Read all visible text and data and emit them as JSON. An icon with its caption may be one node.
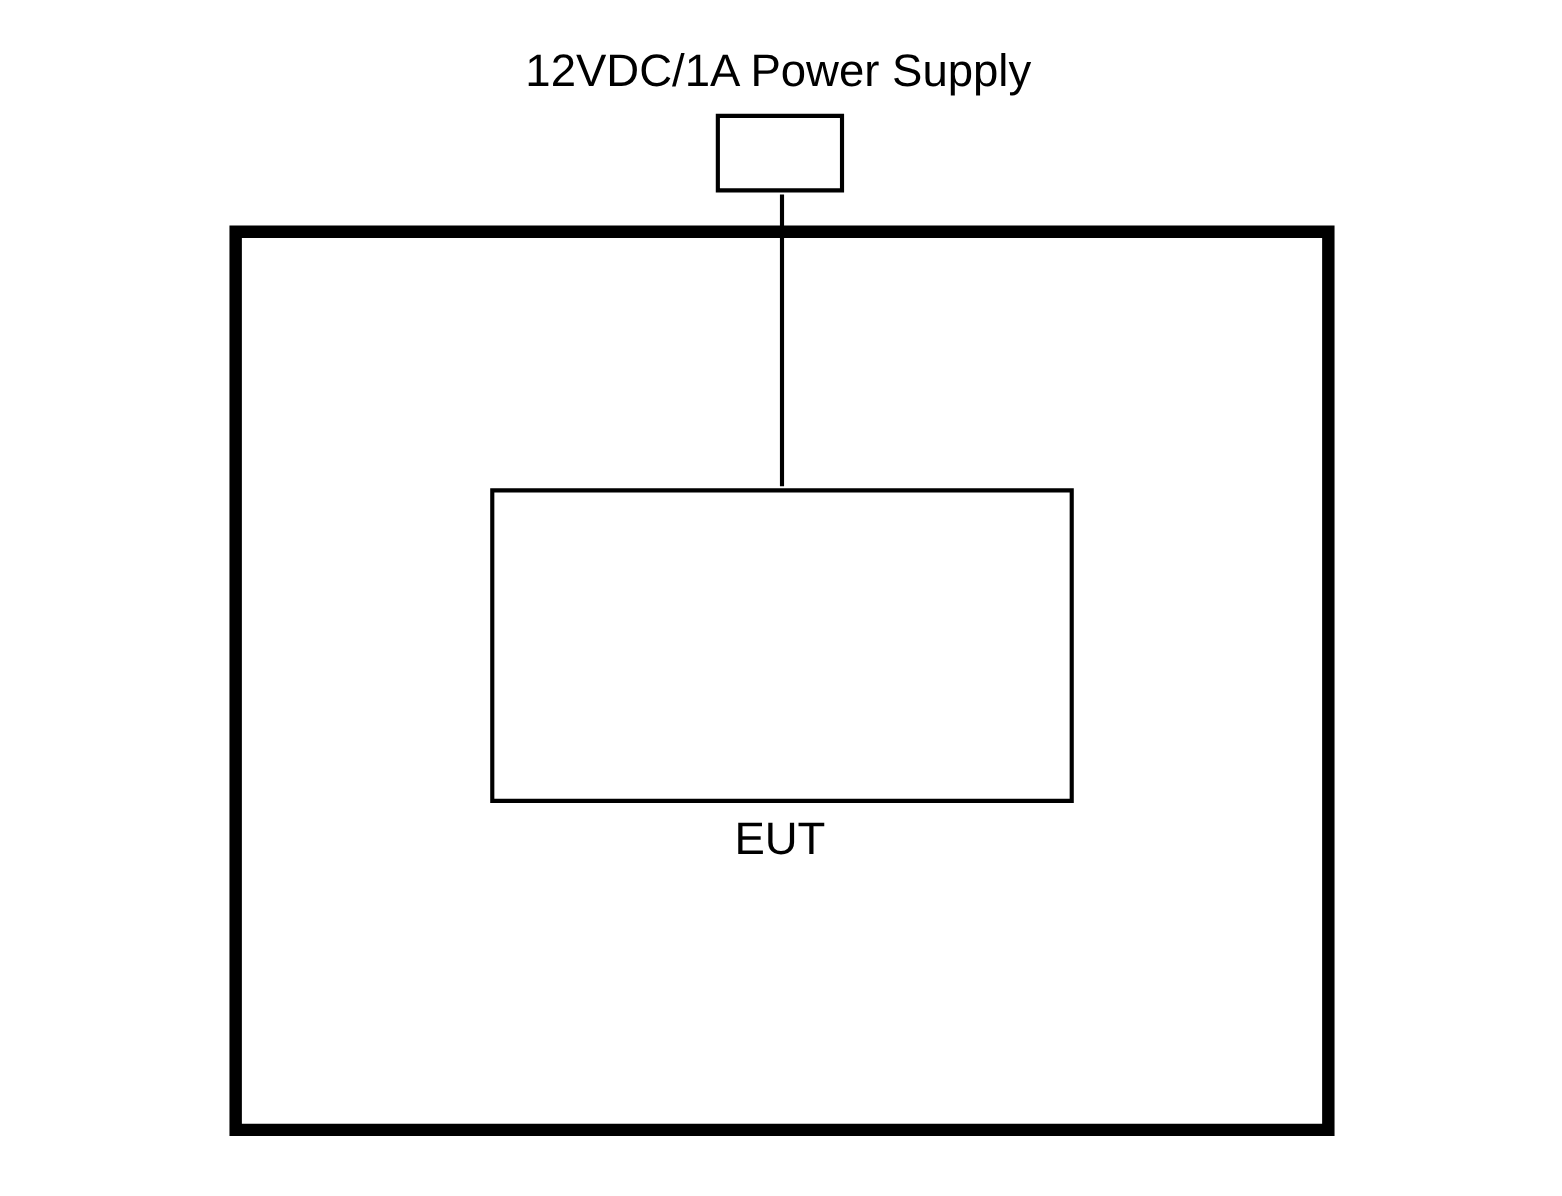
{
  "diagram": {
    "nodes": [
      {
        "text": [
          "12VDC/1A Power Supply"
        ]
      },
      {
        "text": [],
        "shape": "box"
      },
      {
        "text": [
          "EUT"
        ],
        "in": 1
      }
    ],
    "edges": [
      {
        "from": 0,
        "to": 2,
        "arrow": "none"
      }
    ]
  }
}
